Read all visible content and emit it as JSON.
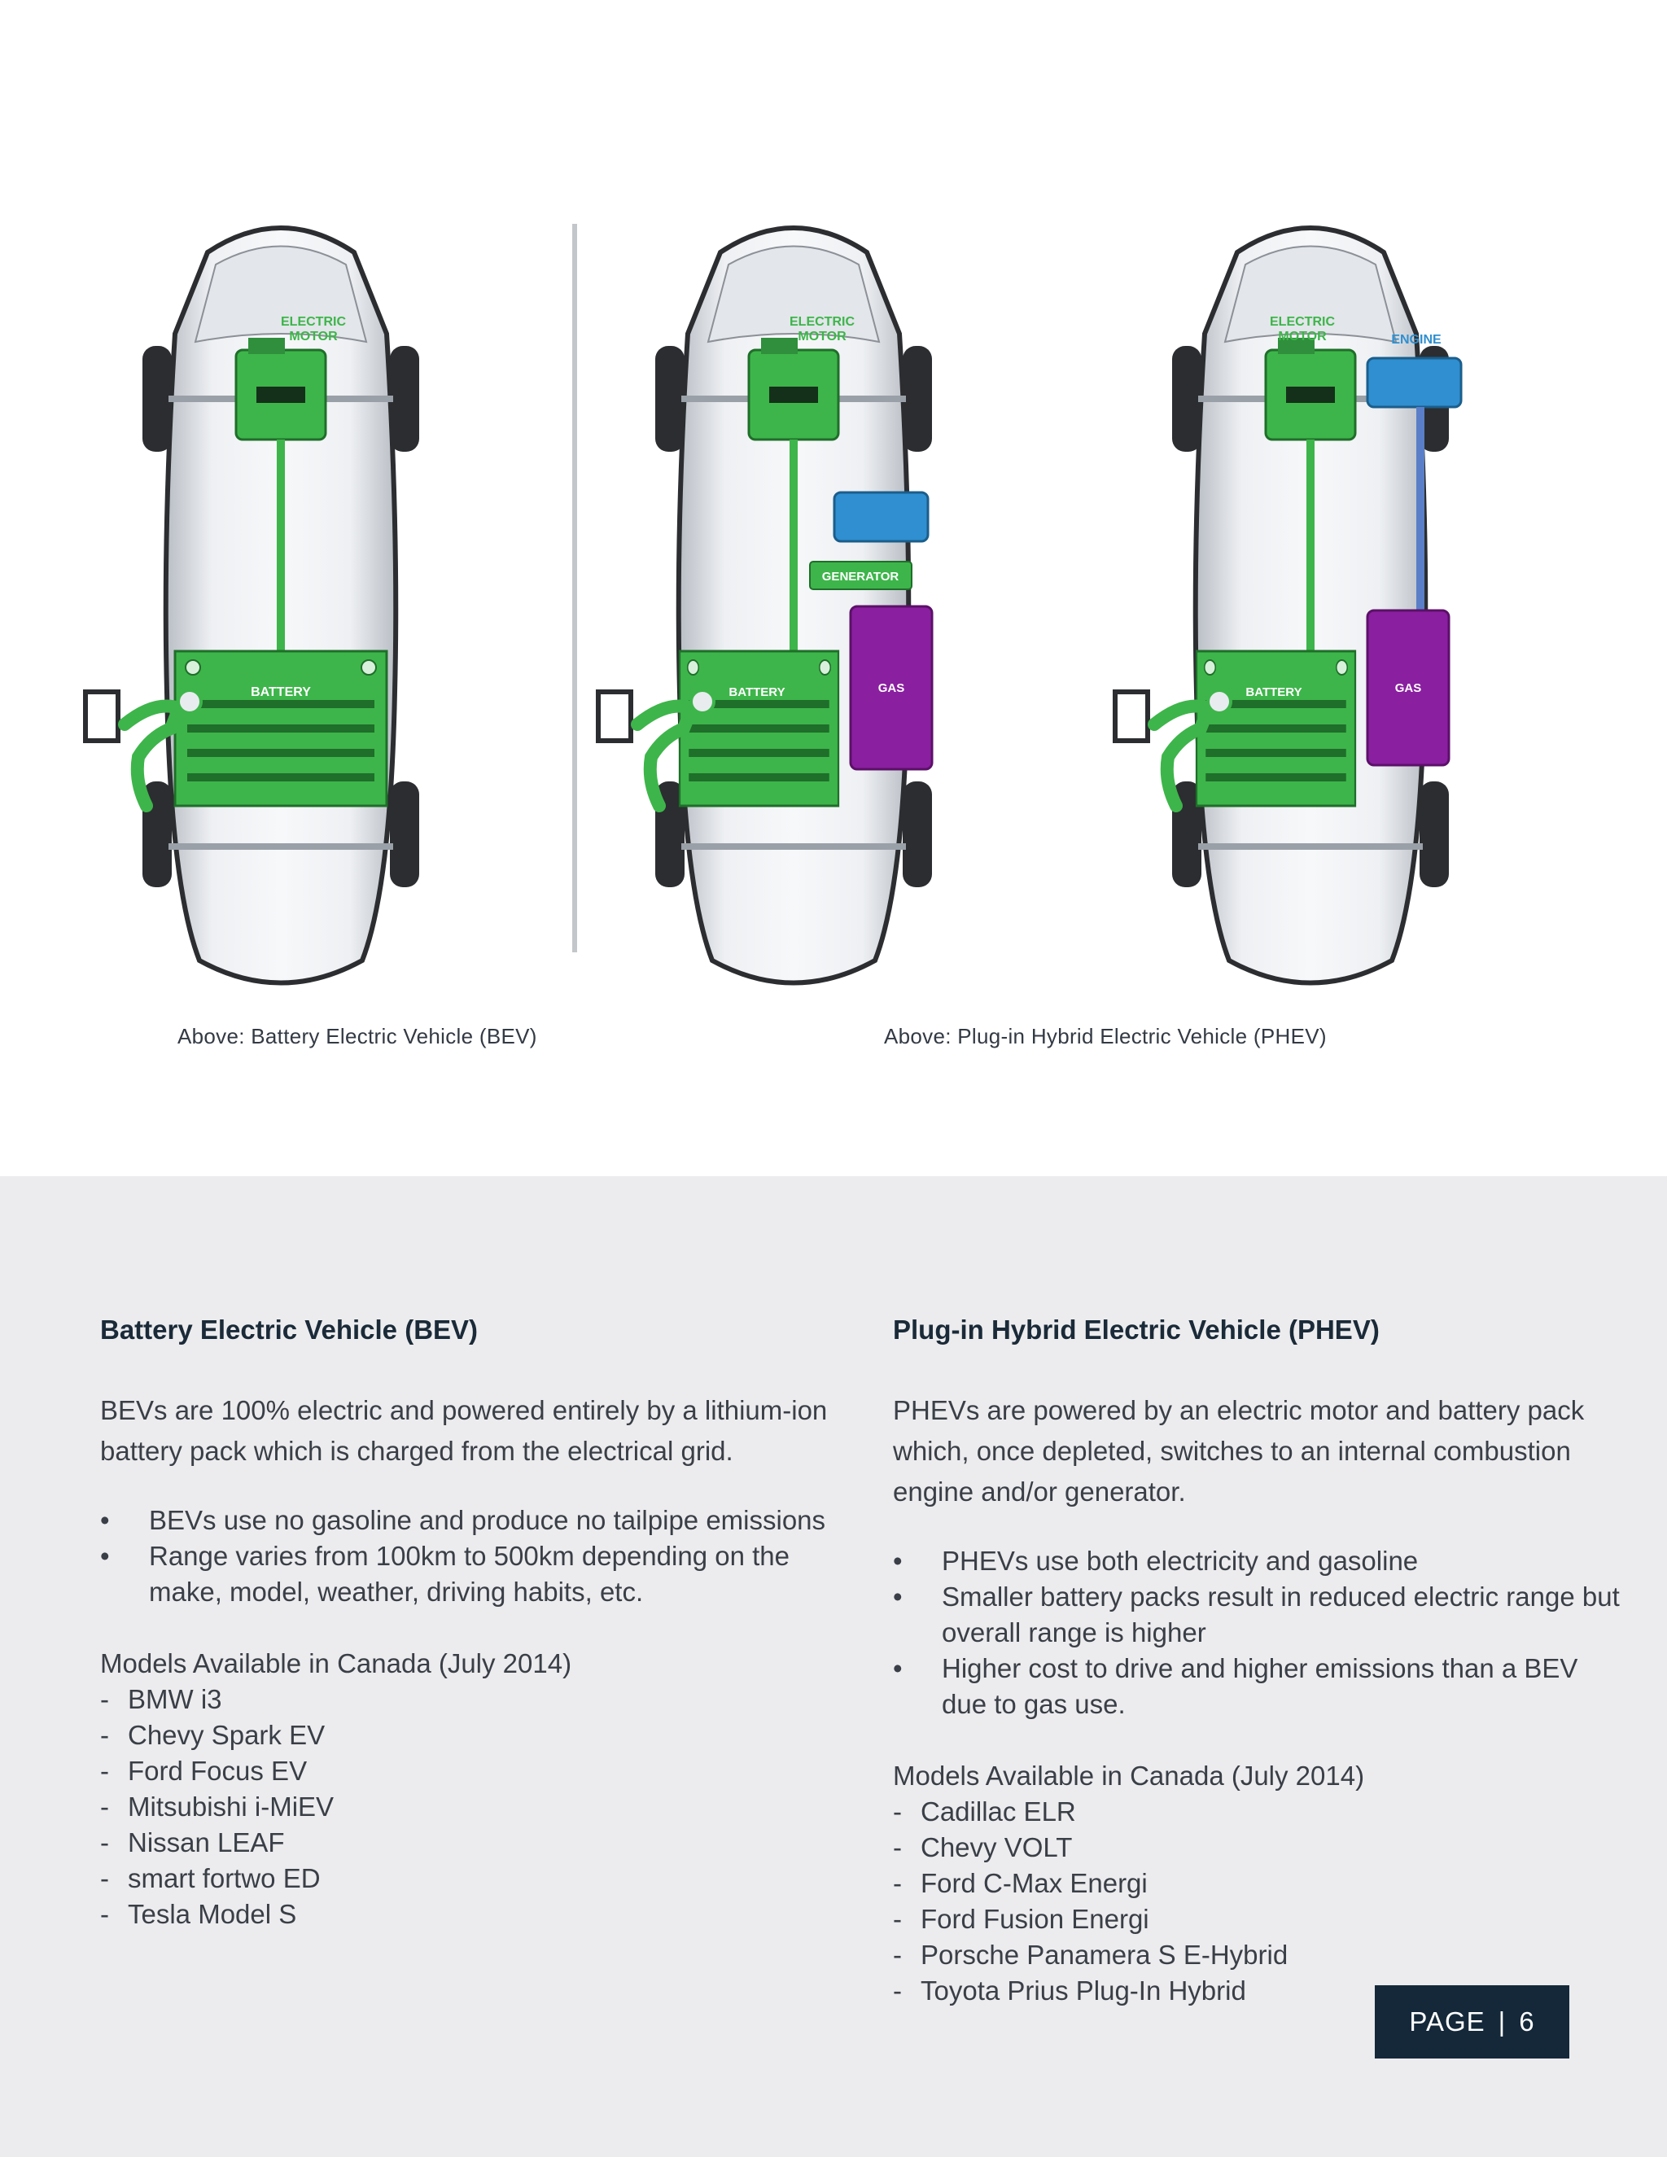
{
  "figure": {
    "captions": {
      "bev": "Above: Battery Electric Vehicle (BEV)",
      "phev": "Above: Plug-in Hybrid  Electric Vehicle (PHEV)"
    },
    "labels": {
      "electric_motor": [
        "ELECTRIC",
        "MOTOR"
      ],
      "battery": "BATTERY",
      "generator": "GENERATOR",
      "gas": "GAS",
      "engine": "ENGINE"
    },
    "colors": {
      "motor_green": "#3db54a",
      "engine_blue": "#2f8fd0",
      "gas_purple": "#8a1fa0",
      "body_gray": "#d9dde2",
      "tire_dark": "#2b2d30"
    }
  },
  "bev": {
    "heading": "Battery Electric Vehicle (BEV)",
    "intro": "BEVs are 100% electric and powered entirely by a lithium-ion battery pack which is charged from the electrical grid.",
    "bullets": [
      "BEVs use no gasoline and produce no tailpipe emissions",
      "Range varies from 100km to 500km depending on the make, model, weather, driving habits, etc."
    ],
    "models_title": "Models Available in Canada (July 2014)",
    "models": [
      "BMW i3",
      "Chevy Spark EV",
      "Ford Focus EV",
      "Mitsubishi i-MiEV",
      "Nissan LEAF",
      "smart fortwo ED",
      "Tesla Model S"
    ]
  },
  "phev": {
    "heading": "Plug-in Hybrid Electric Vehicle (PHEV)",
    "intro": "PHEVs are powered by an electric motor and battery pack which, once depleted, switches to an internal combustion engine and/or generator.",
    "bullets": [
      "PHEVs use both electricity and gasoline",
      "Smaller battery packs result in reduced electric range but overall range is higher",
      "Higher cost to drive and higher emissions than a BEV due to gas use."
    ],
    "models_title": "Models Available in Canada (July 2014)",
    "models": [
      "Cadillac ELR",
      "Chevy VOLT",
      "Ford C-Max Energi",
      "Ford Fusion Energi",
      "Porsche Panamera S E-Hybrid",
      "Toyota Prius Plug-In Hybrid"
    ]
  },
  "footer": {
    "page_label": "PAGE",
    "separator": "|",
    "page_number": "6"
  }
}
